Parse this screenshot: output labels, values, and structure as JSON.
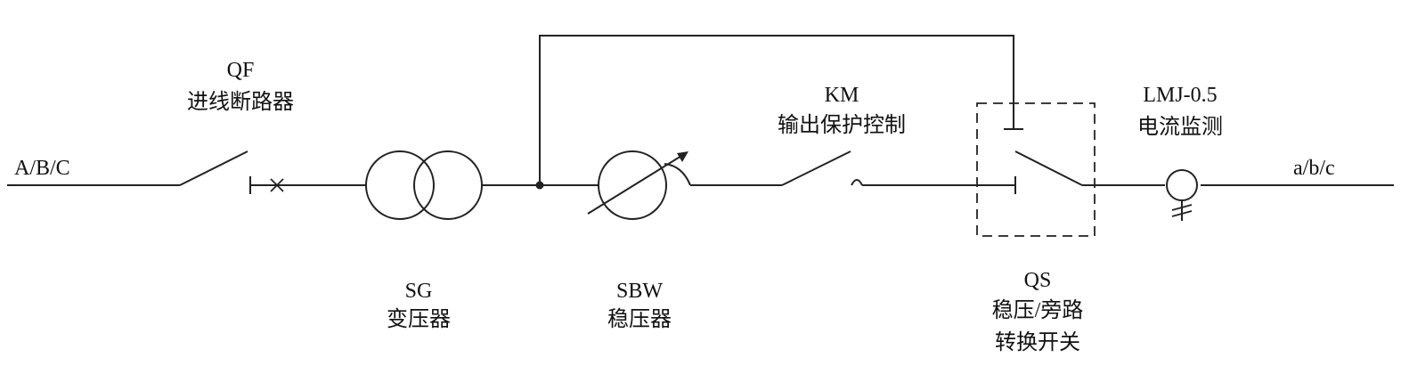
{
  "input_terminal": "A/B/C",
  "output_terminal": "a/b/c",
  "qf": {
    "code": "QF",
    "name": "进线断路器"
  },
  "sg": {
    "code": "SG",
    "name": "变压器"
  },
  "sbw": {
    "code": "SBW",
    "name": "稳压器"
  },
  "km": {
    "code": "KM",
    "name": "输出保护控制"
  },
  "qs": {
    "code": "QS",
    "name_line1": "稳压/旁路",
    "name_line2": "转换开关"
  },
  "lmj": {
    "code": "LMJ-0.5",
    "name": "电流监测"
  }
}
